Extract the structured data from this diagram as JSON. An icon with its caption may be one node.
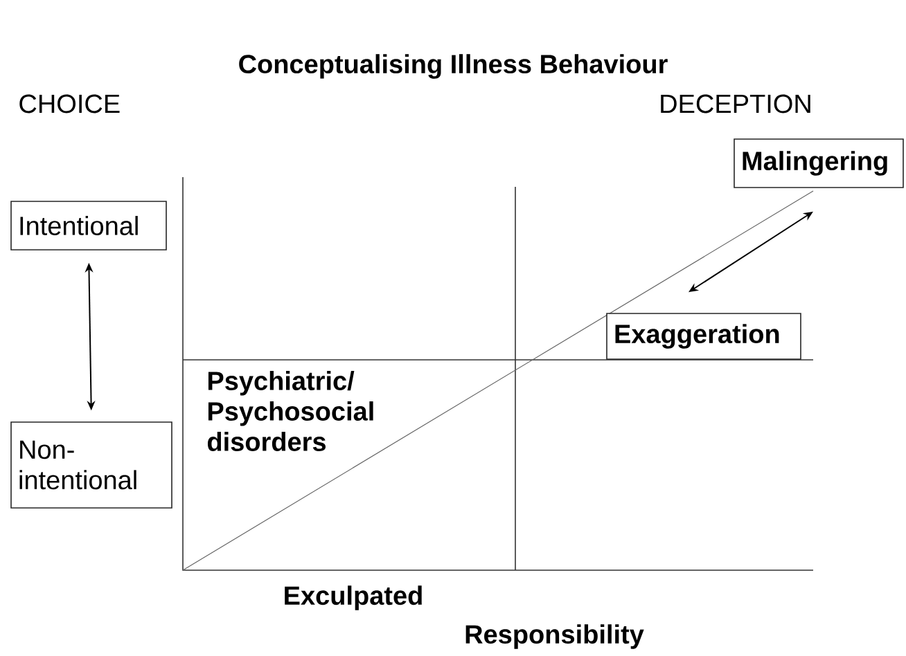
{
  "diagram": {
    "title": "Conceptualising Illness Behaviour",
    "nodes": [
      {
        "text": [
          "Intentional"
        ]
      },
      {
        "text": [
          "Non- intentional"
        ]
      },
      {
        "text": [
          "Malingering"
        ]
      },
      {
        "text": [
          "Exaggeration"
        ]
      }
    ],
    "edges": [
      {
        "from": 0,
        "to": 1,
        "arrow": "both"
      },
      {
        "from": 3,
        "to": 2,
        "arrow": "both"
      }
    ],
    "labels": [
      "CHOICE",
      "DECEPTION",
      "Psychiatric/ Psychosocial disorders",
      "Exculpated",
      "Responsibility"
    ]
  }
}
